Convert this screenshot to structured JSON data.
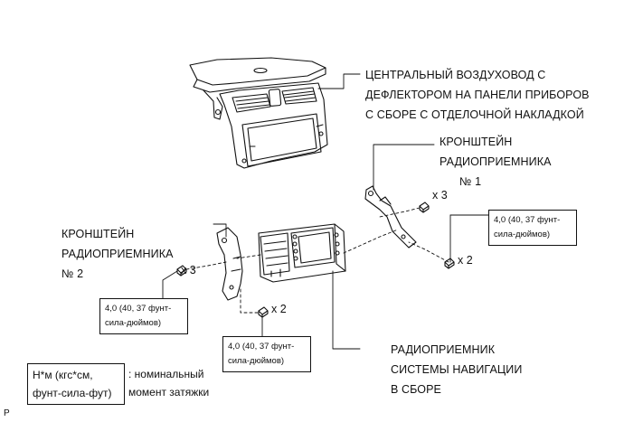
{
  "labels": {
    "air_duct": [
      "ЦЕНТРАЛЬНЫЙ ВОЗДУХОВОД С",
      "ДЕФЛЕКТОРОМ НА ПАНЕЛИ ПРИБОРОВ",
      "С СБОРЕ С ОТДЕЛОЧНОЙ НАКЛАДКОЙ"
    ],
    "bracket_1": [
      "КРОНШТЕЙН",
      "РАДИОПРИЕМНИКА",
      "№ 1"
    ],
    "bracket_2": [
      "КРОНШТЕЙН",
      "РАДИОПРИЕМНИКА",
      "№ 2"
    ],
    "radio": [
      "РАДИОПРИЕМНИК",
      "СИСТЕМЫ НАВИГАЦИИ",
      "В СБОРЕ"
    ]
  },
  "torque": {
    "line1": "4,0 (40, 37 фунт-",
    "line2": "сила-дюймов)"
  },
  "quantities": {
    "bracket1_top": "x 3",
    "bracket1_bottom": "x 2",
    "bracket2": "x 3",
    "center": "x 2"
  },
  "legend": {
    "unit": [
      "Н*м (кгс*см,",
      "фунт-сила-фут)"
    ],
    "description": [
      ": номинальный",
      "момент затяжки"
    ]
  },
  "code": "P"
}
